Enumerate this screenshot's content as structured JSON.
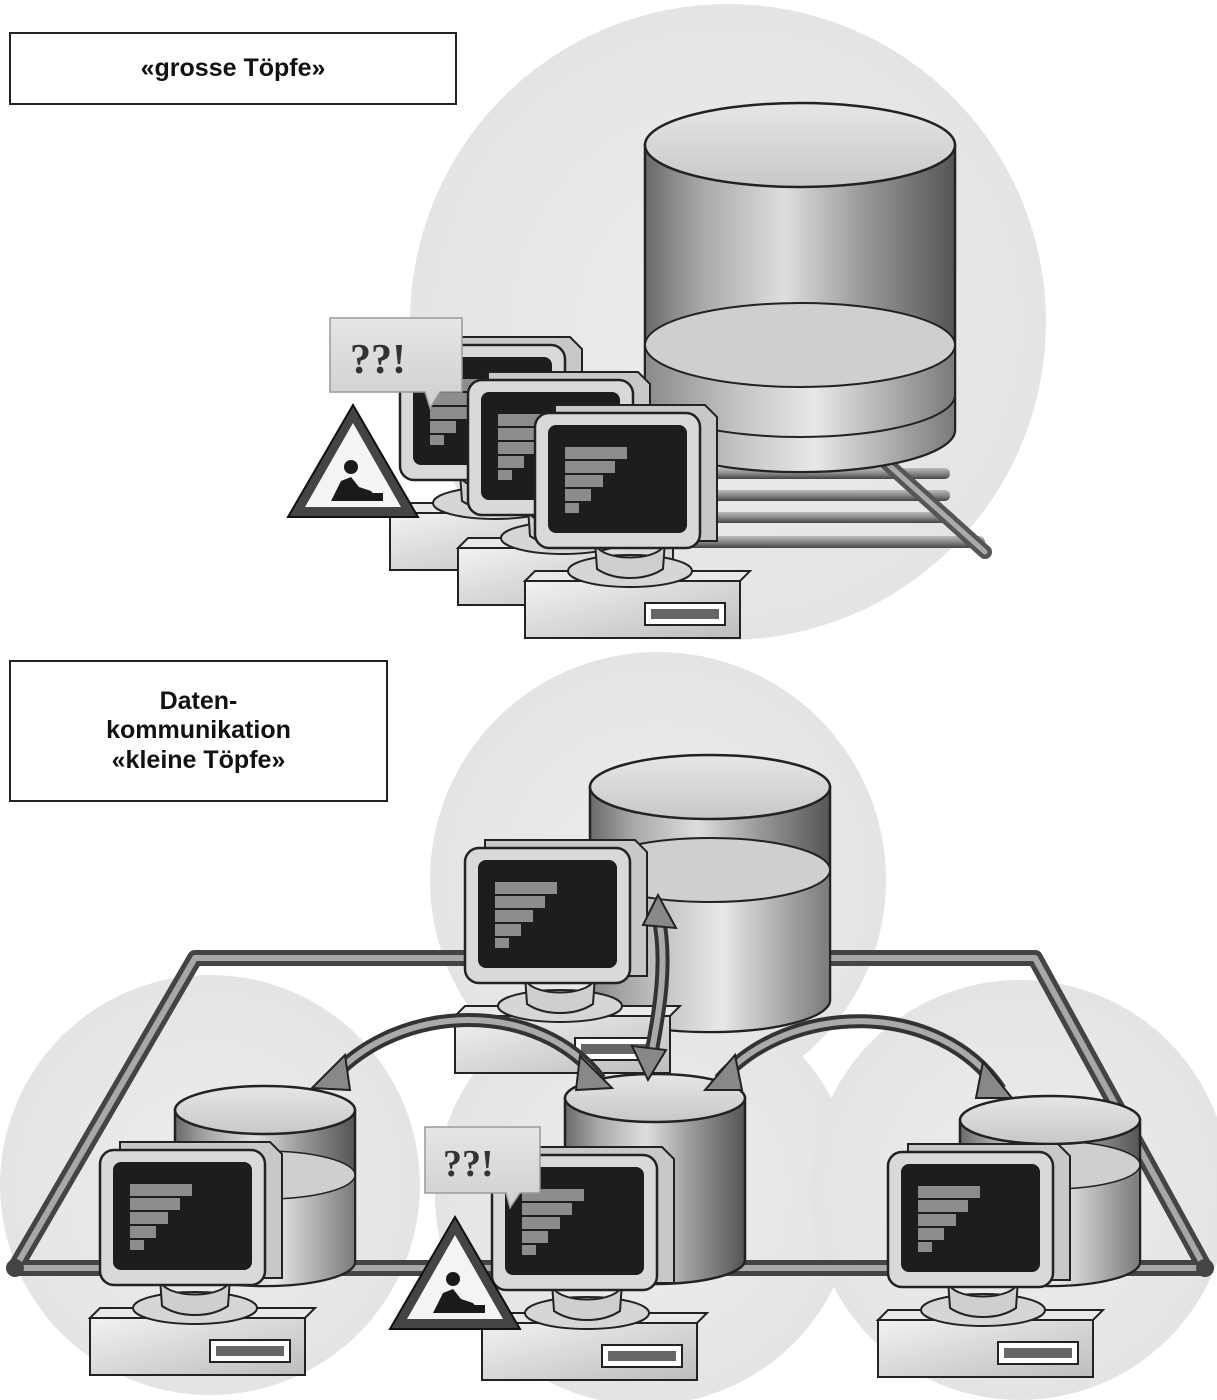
{
  "top_section": {
    "label": "«grosse Töpfe»",
    "bubble_text": "??!"
  },
  "bottom_section": {
    "label_lines": [
      "Daten-",
      "kommunikation",
      "«kleine Töpfe»"
    ],
    "bubble_text": "??!"
  }
}
